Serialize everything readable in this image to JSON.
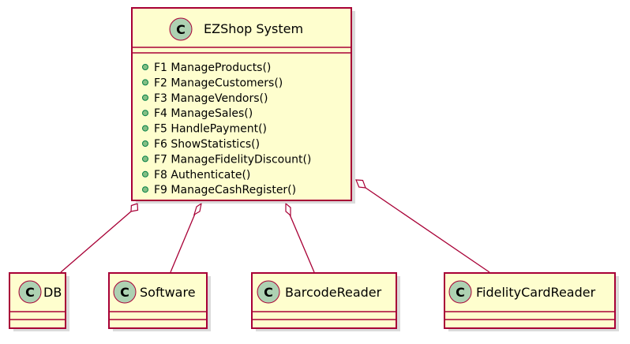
{
  "colors": {
    "class_fill": "#FEFECE",
    "class_border": "#A80036",
    "badge_fill": "#ADD1B2",
    "public_dot": "#84BE84",
    "shadow": "#CCCCCC",
    "edge": "#A80036"
  },
  "main_class": {
    "badge": "C",
    "name": "EZShop System",
    "methods": [
      "F1 ManageProducts()",
      "F2 ManageCustomers()",
      "F3 ManageVendors()",
      "F4 ManageSales()",
      "F5 HandlePayment()",
      "F6 ShowStatistics()",
      "F7 ManageFidelityDiscount()",
      "F8 Authenticate()",
      "F9 ManageCashRegister()"
    ]
  },
  "components": [
    {
      "badge": "C",
      "name": "DB"
    },
    {
      "badge": "C",
      "name": "Software"
    },
    {
      "badge": "C",
      "name": "BarcodeReader"
    },
    {
      "badge": "C",
      "name": "FidelityCardReader"
    }
  ],
  "relation_type": "aggregation"
}
